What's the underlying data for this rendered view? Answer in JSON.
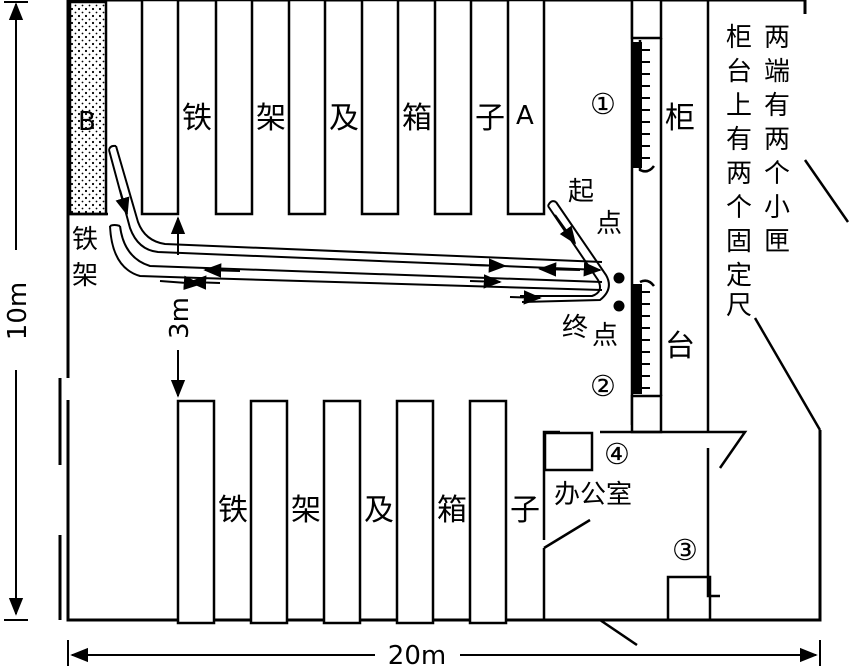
{
  "labels": {
    "shelf_b": "B",
    "shelf_a": "A",
    "iron_rack": "铁架",
    "upper_shelves": [
      "铁",
      "架",
      "及",
      "箱",
      "子"
    ],
    "lower_shelves": [
      "铁",
      "架",
      "及",
      "箱",
      "子"
    ],
    "counter": [
      "柜",
      "台"
    ],
    "start_point": [
      "起",
      "点"
    ],
    "end_point": [
      "终",
      "点"
    ],
    "office": "办公室",
    "circle_1": "①",
    "circle_2": "②",
    "circle_3": "③",
    "circle_4": "④",
    "note_col1": [
      "两",
      "端",
      "有",
      "两",
      "个",
      "小",
      "匣"
    ],
    "note_col2": [
      "柜",
      "台",
      "上",
      "有",
      "两",
      "个",
      "固",
      "定",
      "尺"
    ]
  },
  "dimensions": {
    "width": "20m",
    "height": "10m",
    "aisle": "3m"
  },
  "colors": {
    "line": "#000000",
    "fill": "#ffffff",
    "dots": "#000000"
  }
}
